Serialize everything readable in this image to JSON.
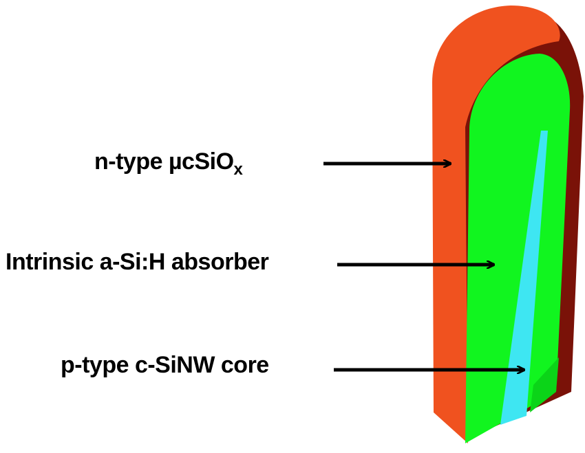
{
  "labels": {
    "n_layer": {
      "main": "n-type µcSiO",
      "subscript": "x"
    },
    "absorber": "Intrinsic a-Si:H absorber",
    "core": "p-type c-SiNW core"
  },
  "colors": {
    "n_layer_front": "#f0521f",
    "n_layer_side": "#7a1208",
    "absorber": "#11f51f",
    "absorber_dark": "#0bd418",
    "core": "#3ee6f2",
    "arrow": "#000000",
    "background": "#ffffff"
  }
}
